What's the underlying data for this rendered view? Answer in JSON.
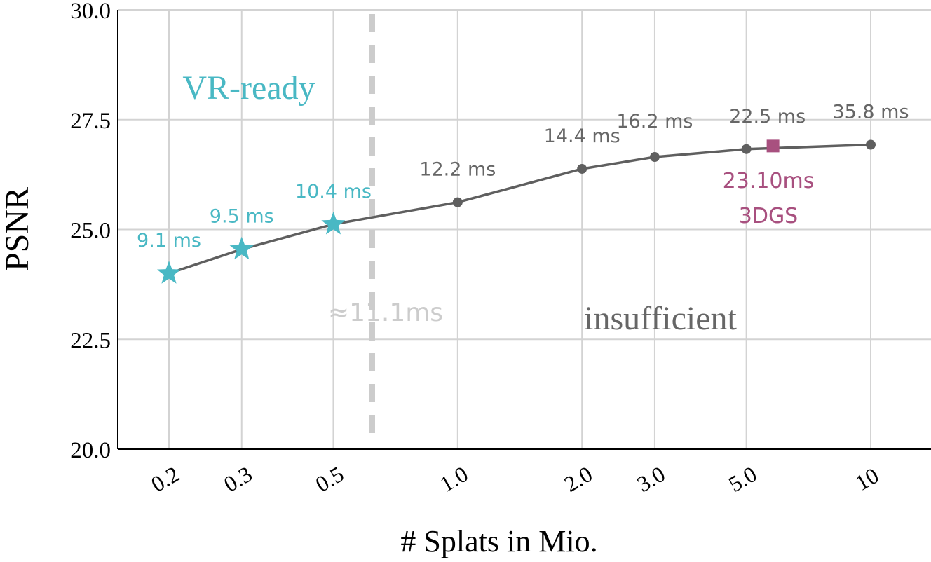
{
  "chart_data": {
    "type": "line",
    "xlabel": "# Splats in Mio.",
    "ylabel": "PSNR",
    "x_scale": "log",
    "ylim": [
      20.0,
      30.0
    ],
    "y_ticks": [
      "20.0",
      "22.5",
      "25.0",
      "27.5",
      "30.0"
    ],
    "x_ticks": [
      "0.2",
      "0.3",
      "0.5",
      "1.0",
      "2.0",
      "3.0",
      "5.0",
      "10"
    ],
    "grid": true,
    "series": [
      {
        "x": [
          0.2,
          0.3,
          0.5,
          1.0,
          2.0,
          3.0,
          5.0,
          10
        ],
        "y": [
          24.0,
          24.55,
          25.12,
          25.62,
          26.38,
          26.65,
          26.83,
          26.93
        ],
        "time_labels": [
          "9.1 ms",
          "9.5 ms",
          "10.4 ms",
          "12.2 ms",
          "14.4 ms",
          "16.2 ms",
          "22.5 ms",
          "35.8 ms"
        ],
        "vr_ready": [
          true,
          true,
          true,
          false,
          false,
          false,
          false,
          false
        ]
      }
    ],
    "reference": {
      "x": 5.8,
      "y": 26.9,
      "time_label": "23.10ms",
      "name": "3DGS"
    },
    "threshold": {
      "x": 0.62,
      "label": "≈11.1ms"
    },
    "region_labels": {
      "left": "VR-ready",
      "right": "insufficient"
    },
    "colors": {
      "vr": "#49b8c4",
      "normal": "#666666",
      "reference": "#a8507f",
      "threshold": "#cccccc",
      "grid": "#d3d3d3",
      "axis": "#000000"
    }
  }
}
